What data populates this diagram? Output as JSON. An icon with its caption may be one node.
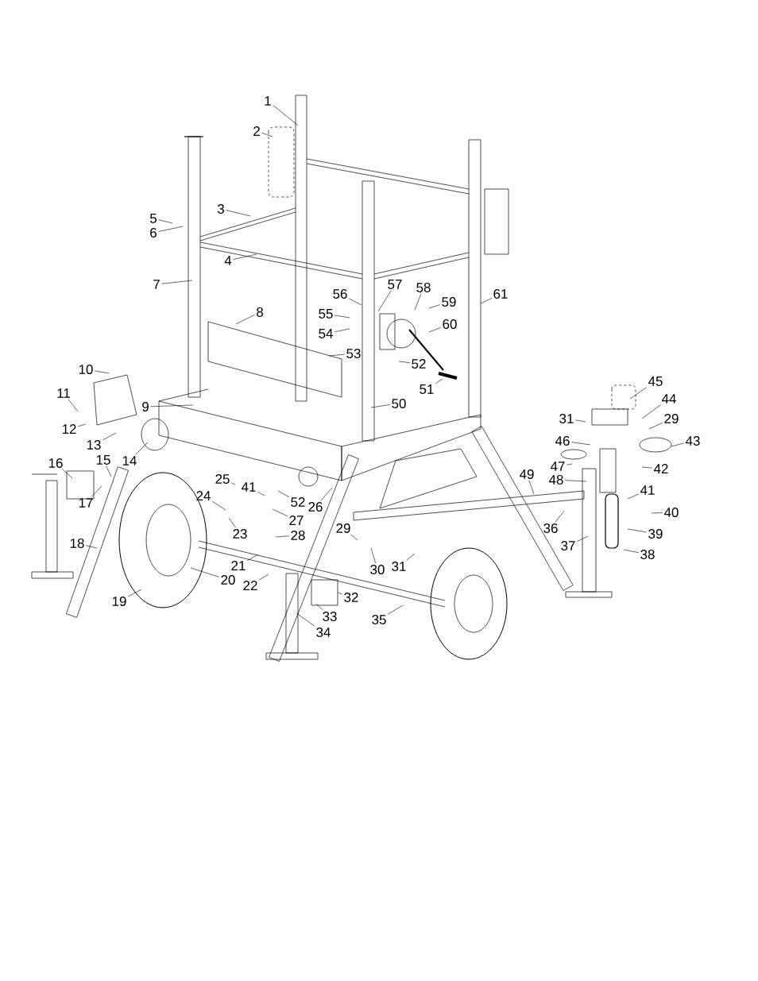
{
  "diagram": {
    "nodes": [
      {
        "text": [
          "1"
        ]
      },
      {
        "text": [
          "2"
        ]
      },
      {
        "text": [
          "3"
        ]
      },
      {
        "text": [
          "4"
        ]
      },
      {
        "text": [
          "5"
        ]
      },
      {
        "text": [
          "6"
        ]
      },
      {
        "text": [
          "7"
        ]
      },
      {
        "text": [
          "8"
        ]
      },
      {
        "text": [
          "9"
        ]
      },
      {
        "text": [
          "10"
        ]
      },
      {
        "text": [
          "11"
        ]
      },
      {
        "text": [
          "12"
        ]
      },
      {
        "text": [
          "13"
        ]
      },
      {
        "text": [
          "14"
        ]
      },
      {
        "text": [
          "15"
        ]
      },
      {
        "text": [
          "16"
        ]
      },
      {
        "text": [
          "17"
        ]
      },
      {
        "text": [
          "18"
        ]
      },
      {
        "text": [
          "19"
        ]
      },
      {
        "text": [
          "20"
        ]
      },
      {
        "text": [
          "21"
        ]
      },
      {
        "text": [
          "22"
        ]
      },
      {
        "text": [
          "23"
        ]
      },
      {
        "text": [
          "24"
        ]
      },
      {
        "text": [
          "25"
        ]
      },
      {
        "text": [
          "26"
        ]
      },
      {
        "text": [
          "27"
        ]
      },
      {
        "text": [
          "28"
        ]
      },
      {
        "text": [
          "29"
        ]
      },
      {
        "text": [
          "29"
        ]
      },
      {
        "text": [
          "30"
        ]
      },
      {
        "text": [
          "31"
        ]
      },
      {
        "text": [
          "31"
        ]
      },
      {
        "text": [
          "32"
        ]
      },
      {
        "text": [
          "33"
        ]
      },
      {
        "text": [
          "34"
        ]
      },
      {
        "text": [
          "35"
        ]
      },
      {
        "text": [
          "36"
        ]
      },
      {
        "text": [
          "37"
        ]
      },
      {
        "text": [
          "38"
        ]
      },
      {
        "text": [
          "39"
        ]
      },
      {
        "text": [
          "40"
        ]
      },
      {
        "text": [
          "41"
        ]
      },
      {
        "text": [
          "41"
        ]
      },
      {
        "text": [
          "42"
        ]
      },
      {
        "text": [
          "43"
        ]
      },
      {
        "text": [
          "44"
        ]
      },
      {
        "text": [
          "45"
        ]
      },
      {
        "text": [
          "46"
        ]
      },
      {
        "text": [
          "47"
        ]
      },
      {
        "text": [
          "48"
        ]
      },
      {
        "text": [
          "49"
        ]
      },
      {
        "text": [
          "50"
        ]
      },
      {
        "text": [
          "51"
        ]
      },
      {
        "text": [
          "52"
        ]
      },
      {
        "text": [
          "52"
        ]
      },
      {
        "text": [
          "53"
        ]
      },
      {
        "text": [
          "54"
        ]
      },
      {
        "text": [
          "55"
        ]
      },
      {
        "text": [
          "56"
        ]
      },
      {
        "text": [
          "57"
        ]
      },
      {
        "text": [
          "58"
        ]
      },
      {
        "text": [
          "59"
        ]
      },
      {
        "text": [
          "60"
        ]
      },
      {
        "text": [
          "61"
        ]
      }
    ],
    "edges": [
      {
        "from": 0,
        "to": null,
        "arrow": "none"
      },
      {
        "from": 1,
        "to": null,
        "arrow": "none"
      },
      {
        "from": 2,
        "to": null,
        "arrow": "none"
      },
      {
        "from": 3,
        "to": null,
        "arrow": "none"
      },
      {
        "from": 4,
        "to": null,
        "arrow": "none"
      },
      {
        "from": 5,
        "to": null,
        "arrow": "none"
      },
      {
        "from": 6,
        "to": null,
        "arrow": "none"
      },
      {
        "from": 7,
        "to": null,
        "arrow": "none"
      },
      {
        "from": 8,
        "to": null,
        "arrow": "none"
      },
      {
        "from": 9,
        "to": null,
        "arrow": "none"
      },
      {
        "from": 10,
        "to": null,
        "arrow": "none"
      },
      {
        "from": 11,
        "to": null,
        "arrow": "none"
      },
      {
        "from": 12,
        "to": null,
        "arrow": "none"
      },
      {
        "from": 13,
        "to": null,
        "arrow": "none"
      },
      {
        "from": 14,
        "to": null,
        "arrow": "none"
      },
      {
        "from": 15,
        "to": null,
        "arrow": "none"
      },
      {
        "from": 16,
        "to": null,
        "arrow": "none"
      },
      {
        "from": 17,
        "to": null,
        "arrow": "none"
      },
      {
        "from": 18,
        "to": null,
        "arrow": "none"
      },
      {
        "from": 19,
        "to": null,
        "arrow": "none"
      },
      {
        "from": 20,
        "to": null,
        "arrow": "none"
      },
      {
        "from": 21,
        "to": null,
        "arrow": "none"
      },
      {
        "from": 22,
        "to": null,
        "arrow": "none"
      },
      {
        "from": 23,
        "to": null,
        "arrow": "none"
      },
      {
        "from": 24,
        "to": null,
        "arrow": "none"
      },
      {
        "from": 25,
        "to": null,
        "arrow": "none"
      },
      {
        "from": 26,
        "to": null,
        "arrow": "none"
      },
      {
        "from": 27,
        "to": null,
        "arrow": "none"
      },
      {
        "from": 28,
        "to": null,
        "arrow": "none"
      },
      {
        "from": 29,
        "to": null,
        "arrow": "none"
      },
      {
        "from": 30,
        "to": null,
        "arrow": "none"
      },
      {
        "from": 31,
        "to": null,
        "arrow": "none"
      },
      {
        "from": 32,
        "to": null,
        "arrow": "none"
      },
      {
        "from": 33,
        "to": null,
        "arrow": "none"
      },
      {
        "from": 34,
        "to": null,
        "arrow": "none"
      },
      {
        "from": 35,
        "to": null,
        "arrow": "none"
      },
      {
        "from": 36,
        "to": null,
        "arrow": "none"
      },
      {
        "from": 37,
        "to": null,
        "arrow": "none"
      },
      {
        "from": 38,
        "to": null,
        "arrow": "none"
      },
      {
        "from": 39,
        "to": null,
        "arrow": "none"
      },
      {
        "from": 40,
        "to": null,
        "arrow": "none"
      },
      {
        "from": 41,
        "to": null,
        "arrow": "none"
      },
      {
        "from": 42,
        "to": null,
        "arrow": "none"
      },
      {
        "from": 43,
        "to": null,
        "arrow": "none"
      },
      {
        "from": 44,
        "to": null,
        "arrow": "none"
      },
      {
        "from": 45,
        "to": null,
        "arrow": "none"
      },
      {
        "from": 46,
        "to": null,
        "arrow": "none"
      },
      {
        "from": 47,
        "to": null,
        "arrow": "none"
      },
      {
        "from": 48,
        "to": null,
        "arrow": "none"
      },
      {
        "from": 49,
        "to": null,
        "arrow": "none"
      },
      {
        "from": 50,
        "to": null,
        "arrow": "none"
      },
      {
        "from": 51,
        "to": null,
        "arrow": "none"
      },
      {
        "from": 52,
        "to": null,
        "arrow": "none"
      },
      {
        "from": 53,
        "to": null,
        "arrow": "none"
      },
      {
        "from": 54,
        "to": null,
        "arrow": "none"
      },
      {
        "from": 55,
        "to": null,
        "arrow": "none"
      },
      {
        "from": 56,
        "to": null,
        "arrow": "none"
      },
      {
        "from": 57,
        "to": null,
        "arrow": "none"
      },
      {
        "from": 58,
        "to": null,
        "arrow": "none"
      },
      {
        "from": 59,
        "to": null,
        "arrow": "none"
      },
      {
        "from": 60,
        "to": null,
        "arrow": "none"
      },
      {
        "from": 61,
        "to": null,
        "arrow": "none"
      },
      {
        "from": 62,
        "to": null,
        "arrow": "none"
      },
      {
        "from": 63,
        "to": null,
        "arrow": "none"
      },
      {
        "from": 64,
        "to": null,
        "arrow": "none"
      }
    ]
  }
}
